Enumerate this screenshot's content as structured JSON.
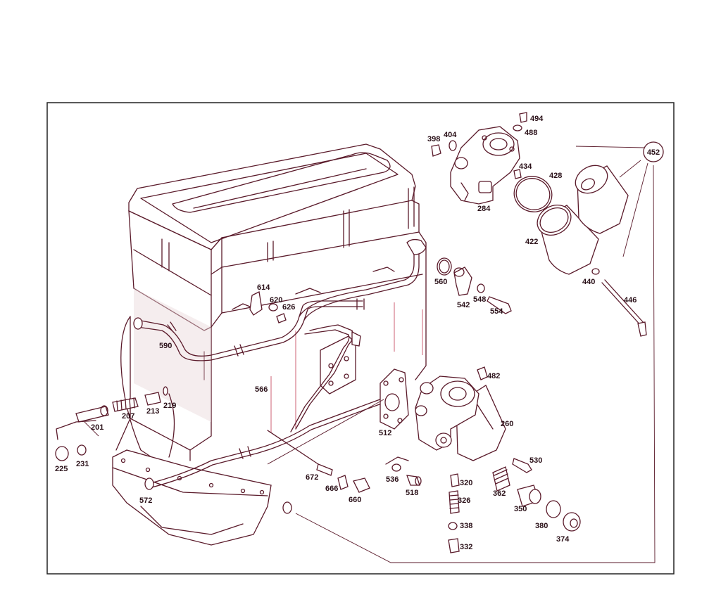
{
  "colors": {
    "line": "#5a1a2a",
    "shade": "#e8d6da",
    "accent": "#c23a52"
  },
  "callout": {
    "label": "452"
  },
  "labels": {
    "p494": "494",
    "p488": "488",
    "p398": "398",
    "p404": "404",
    "p434": "434",
    "p428": "428",
    "p284": "284",
    "p422": "422",
    "p440": "440",
    "p446": "446",
    "p560": "560",
    "p542": "542",
    "p548": "548",
    "p554": "554",
    "p614": "614",
    "p620": "620",
    "p626": "626",
    "p590": "590",
    "p482": "482",
    "p260": "260",
    "p566": "566",
    "p512": "512",
    "p530": "530",
    "p201": "201",
    "p207": "207",
    "p213": "213",
    "p219": "219",
    "p225": "225",
    "p231": "231",
    "p672": "672",
    "p666": "666",
    "p660": "660",
    "p536": "536",
    "p518": "518",
    "p320": "320",
    "p326": "326",
    "p362": "362",
    "p350": "350",
    "p380": "380",
    "p374": "374",
    "p338": "338",
    "p332": "332",
    "p572": "572"
  }
}
